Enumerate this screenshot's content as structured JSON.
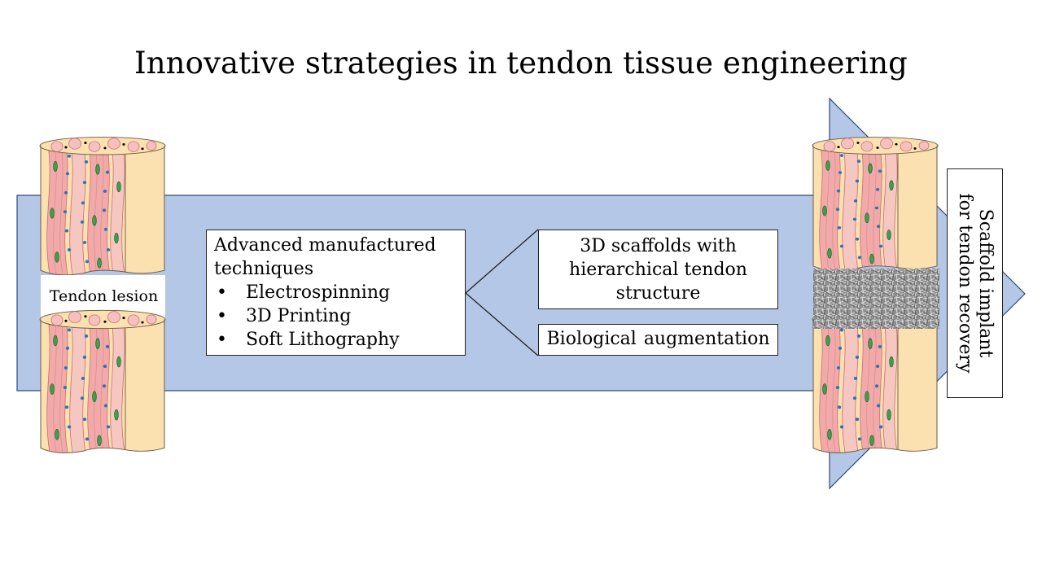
{
  "title": "Innovative strategies in tendon tissue engineering",
  "tendon_lesion_label": "Tendon lesion",
  "manufacturing": {
    "heading": "Advanced manufactured techniques",
    "items": [
      "Electrospinning",
      "3D Printing",
      "Soft Lithography"
    ]
  },
  "scaffolds_label": "3D scaffolds with hierarchical tendon structure",
  "biological_label": "Biological  augmentation",
  "implant_label_line1": "Scaffold implant",
  "implant_label_line2": "for tendon recovery",
  "colors": {
    "arrow_fill": "#b4c7e7",
    "tissue_beige": "#fbe0b0",
    "fiber_pink": "#f2a9a9",
    "cell_blue": "#2e75b6",
    "cell_green": "#3aa04a"
  },
  "icons": [
    "tendon-tissue-icon",
    "scaffold-fiber-texture"
  ]
}
